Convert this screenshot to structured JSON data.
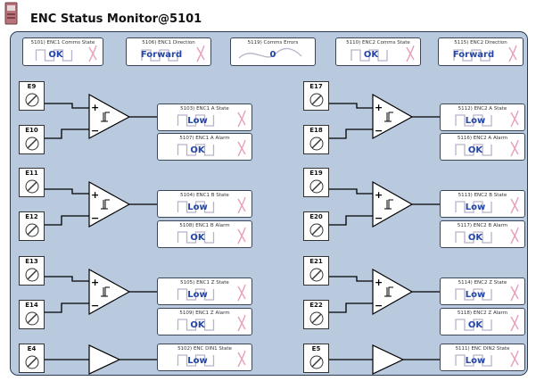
{
  "window": {
    "title": "ENC Status Monitor@5101"
  },
  "colors": {
    "panel_bg": "#b9cadf",
    "value_text": "#2346a8",
    "icon_x": "#e8a0b8"
  },
  "top_indicators": [
    {
      "caption": "5101) ENC1 Comms State",
      "value": "OK"
    },
    {
      "caption": "5106) ENC1 Direction",
      "value": "Forward"
    },
    {
      "caption": "5119) Comms Errors",
      "value": "0"
    },
    {
      "caption": "5110) ENC2 Comms State",
      "value": "OK"
    },
    {
      "caption": "5115) ENC2 Direction",
      "value": "Forward"
    }
  ],
  "inputs": {
    "e9": "E9",
    "e10": "E10",
    "e11": "E11",
    "e12": "E12",
    "e13": "E13",
    "e14": "E14",
    "e4": "E4",
    "e17": "E17",
    "e18": "E18",
    "e19": "E19",
    "e20": "E20",
    "e21": "E21",
    "e22": "E22",
    "e5": "E5"
  },
  "comparator": {
    "plus": "+",
    "minus": "−"
  },
  "status": {
    "enc1_a_state": {
      "caption": "5103) ENC1 A State",
      "value": "Low"
    },
    "enc1_a_alarm": {
      "caption": "5107) ENC1 A Alarm",
      "value": "OK"
    },
    "enc1_b_state": {
      "caption": "5104) ENC1 B State",
      "value": "Low"
    },
    "enc1_b_alarm": {
      "caption": "5108) ENC1 B Alarm",
      "value": "OK"
    },
    "enc1_z_state": {
      "caption": "5105) ENC1 Z State",
      "value": "Low"
    },
    "enc1_z_alarm": {
      "caption": "5109) ENC1 Z Alarm",
      "value": "OK"
    },
    "enc_din1_state": {
      "caption": "5102) ENC DIN1 State",
      "value": "Low"
    },
    "enc2_a_state": {
      "caption": "5112) ENC2 A State",
      "value": "Low"
    },
    "enc2_a_alarm": {
      "caption": "5116) ENC2 A Alarm",
      "value": "OK"
    },
    "enc2_b_state": {
      "caption": "5113) ENC2 B State",
      "value": "Low"
    },
    "enc2_b_alarm": {
      "caption": "5117) ENC2 B Alarm",
      "value": "OK"
    },
    "enc2_z_state": {
      "caption": "5114) ENC2 Z State",
      "value": "Low"
    },
    "enc2_z_alarm": {
      "caption": "5118) ENC2 Z Alarm",
      "value": "OK"
    },
    "enc_din2_state": {
      "caption": "5111) ENC DIN2 State",
      "value": "Low"
    }
  }
}
